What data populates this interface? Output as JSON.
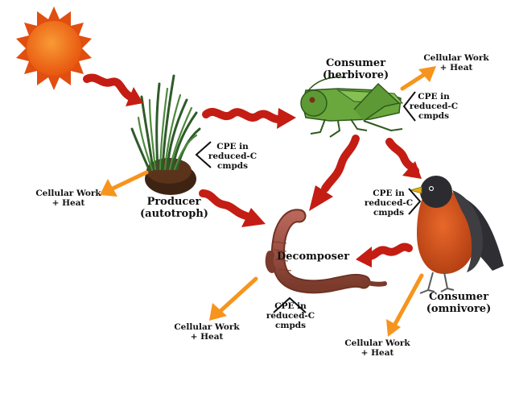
{
  "labels": {
    "producer": {
      "line1": "Producer",
      "line2": "(autotroph)"
    },
    "herbivore": {
      "line1": "Consumer",
      "line2": "(herbivore)"
    },
    "omnivore": {
      "line1": "Consumer",
      "line2": "(omnivore)"
    },
    "decomposer": {
      "line1": "Decomposer"
    },
    "cpe_producer": {
      "line1": "CPE in",
      "line2": "reduced-C",
      "line3": "cmpds"
    },
    "cpe_herbivore": {
      "line1": "CPE in",
      "line2": "reduced-C",
      "line3": "cmpds"
    },
    "cpe_omnivore": {
      "line1": "CPE in",
      "line2": "reduced-C",
      "line3": "cmpds"
    },
    "cpe_decomposer": {
      "line1": "CPE in",
      "line2": "reduced-C",
      "line3": "cmpds"
    },
    "cw_producer": {
      "line1": "Cellular Work",
      "line2": "+ Heat"
    },
    "cw_herbivore": {
      "line1": "Cellular Work",
      "line2": "+ Heat"
    },
    "cw_decomposer": {
      "line1": "Cellular Work",
      "line2": "+ Heat"
    },
    "cw_omnivore": {
      "line1": "Cellular Work",
      "line2": "+ Heat"
    }
  },
  "colors": {
    "energy_arrow": "#c41d14",
    "heat_arrow": "#f7941d",
    "sun_outer": "#ec5a14",
    "sun_inner": "#f37c1c",
    "grass": "#3d6b34",
    "soil": "#4a2a16",
    "grasshopper": "#5a9a36",
    "worm": "#9a4d3c",
    "robin_breast": "#d9551f",
    "robin_back": "#3b3b40"
  },
  "icons": [
    "sun-icon",
    "grass-icon",
    "grasshopper-icon",
    "robin-icon",
    "earthworm-icon"
  ]
}
